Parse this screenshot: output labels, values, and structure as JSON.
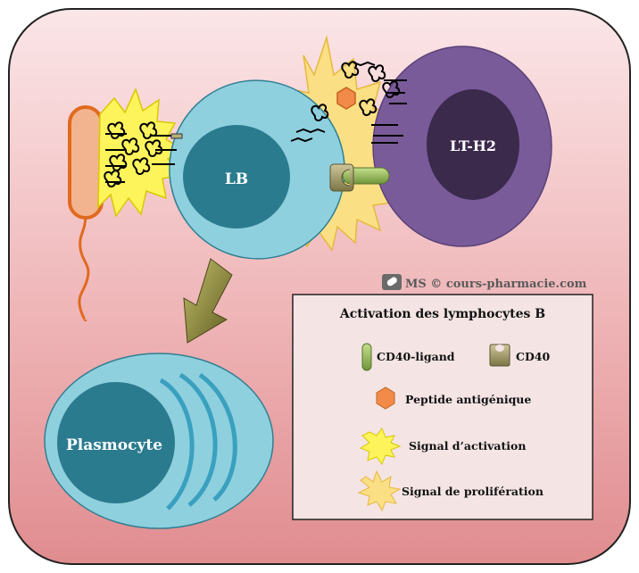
{
  "colors": {
    "background_top": "#fbe6e8",
    "background_bottom": "#e08c8f",
    "cell_blue": "#8fd0df",
    "nucleus_teal": "#2b7b8f",
    "lt_purple": "#7a5b9a",
    "lt_nucleus": "#3b2a4c",
    "bacterium_orange": "#f2b48f",
    "bacterium_border": "#e06a1e",
    "activation_yellow": "#fdf45c",
    "proliferation_yellow": "#fbdf85",
    "peptide_orange": "#f28a4a",
    "cd40l_green": "#94b85a",
    "cd40_khaki": "#a49a62",
    "arrow_olive": "#7e7a34",
    "legend_bg": "#f4e4e4"
  },
  "cells": {
    "lb": "LB",
    "lt": "LT-H2",
    "plasmocyte": "Plasmocyte"
  },
  "watermark": {
    "icon": "pill-icon",
    "text": "MS © cours-pharmacie.com"
  },
  "legend": {
    "title": "Activation des lymphocytes B",
    "items": [
      {
        "icon": "cd40-ligand-icon",
        "label": "CD40-ligand"
      },
      {
        "icon": "cd40-icon",
        "label": "CD40"
      },
      {
        "icon": "peptide-icon",
        "label": "Peptide antigénique"
      },
      {
        "icon": "activation-signal-icon",
        "label": "Signal d’activation"
      },
      {
        "icon": "proliferation-signal-icon",
        "label": "Signal de prolifération"
      }
    ]
  }
}
